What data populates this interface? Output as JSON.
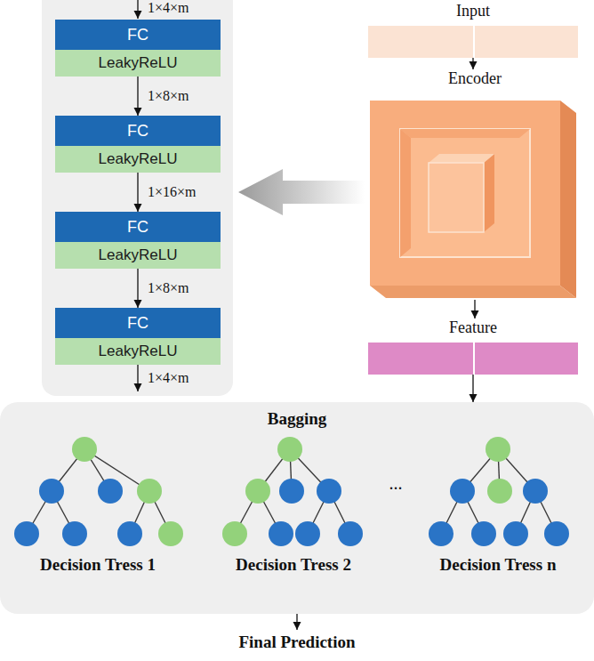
{
  "diagram": {
    "nodes": [
      {
        "text": [
          "Input"
        ]
      },
      {
        "text": [
          "Encoder"
        ]
      },
      {
        "text": [
          "Feature"
        ]
      },
      {
        "text": [
          "FC"
        ]
      },
      {
        "text": [
          "LeakyReLU"
        ]
      },
      {
        "text": [
          "FC"
        ]
      },
      {
        "text": [
          "LeakyReLU"
        ]
      },
      {
        "text": [
          "FC"
        ]
      },
      {
        "text": [
          "LeakyReLU"
        ]
      },
      {
        "text": [
          "FC"
        ]
      },
      {
        "text": [
          "LeakyReLU"
        ]
      },
      {
        "text": [
          "Bagging"
        ]
      }
    ],
    "edges": [
      {
        "from": 0,
        "to": 1,
        "arrow": "to"
      },
      {
        "from": 1,
        "to": 2,
        "arrow": "to"
      },
      {
        "from": 2,
        "to": 11,
        "arrow": "to"
      },
      {
        "from": 4,
        "to": 5,
        "label": "1×8×m",
        "arrow": "to"
      },
      {
        "from": 6,
        "to": 7,
        "label": "1×16×m",
        "arrow": "to"
      },
      {
        "from": 8,
        "to": 9,
        "label": "1×8×m",
        "arrow": "to"
      }
    ],
    "labels": [
      "1×4×m",
      "1×4×m",
      "...",
      "Decision Tress 1",
      "Decision Tress 2",
      "Decision Tress n",
      "Final Prediction"
    ]
  }
}
